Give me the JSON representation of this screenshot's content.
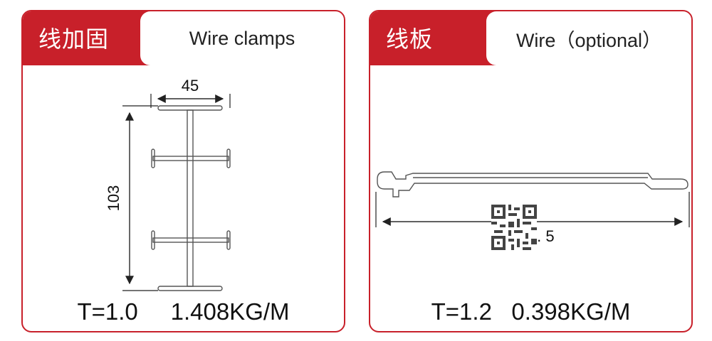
{
  "panels": [
    {
      "title_cn": "线加固",
      "title_en": "Wire  clamps",
      "dimension_width": "45",
      "dimension_height": "103",
      "spec": "T=1.0     1.408KG/M"
    },
    {
      "title_cn": "线板",
      "title_en": "Wire（optional）",
      "dimension_width": "103. 5",
      "spec": "T=1.2   0.398KG/M"
    }
  ],
  "colors": {
    "accent": "#c8202a",
    "line": "#555555"
  }
}
